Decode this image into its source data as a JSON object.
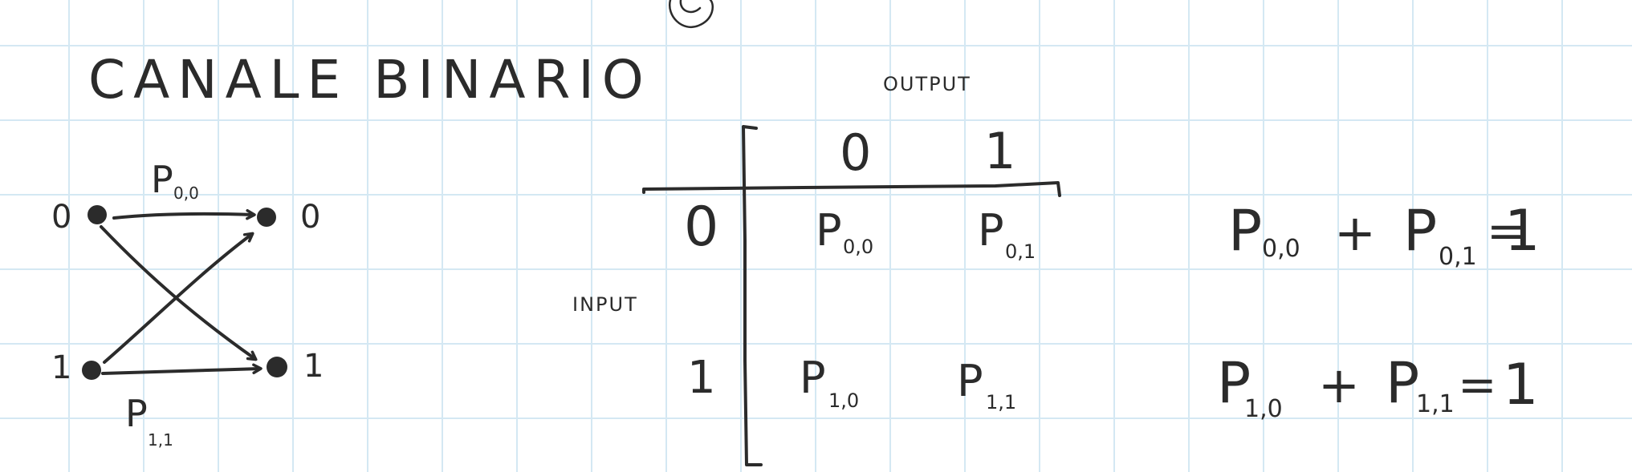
{
  "title": "CANALE BINARIO",
  "diagram": {
    "input_nodes": [
      "0",
      "1"
    ],
    "output_nodes": [
      "0",
      "1"
    ],
    "top_edge_label": {
      "symbol": "P",
      "sub": "0,0"
    },
    "bottom_edge_label": {
      "symbol": "P",
      "sub": "1,1"
    }
  },
  "table": {
    "output_label": "OUTPUT",
    "input_label": "INPUT",
    "col_headers": [
      "0",
      "1"
    ],
    "row_headers": [
      "0",
      "1"
    ],
    "cells": [
      [
        {
          "symbol": "P",
          "sub": "0,0"
        },
        {
          "symbol": "P",
          "sub": "0,1"
        }
      ],
      [
        {
          "symbol": "P",
          "sub": "1,0"
        },
        {
          "symbol": "P",
          "sub": "1,1"
        }
      ]
    ]
  },
  "equations": [
    {
      "a_sym": "P",
      "a_sub": "0,0",
      "op": "+",
      "b_sym": "P",
      "b_sub": "0,1",
      "eq": "=",
      "rhs": "1"
    },
    {
      "a_sym": "P",
      "a_sub": "1,0",
      "op": "+",
      "b_sym": "P",
      "b_sub": "1,1",
      "eq": "=",
      "rhs": "1"
    }
  ]
}
